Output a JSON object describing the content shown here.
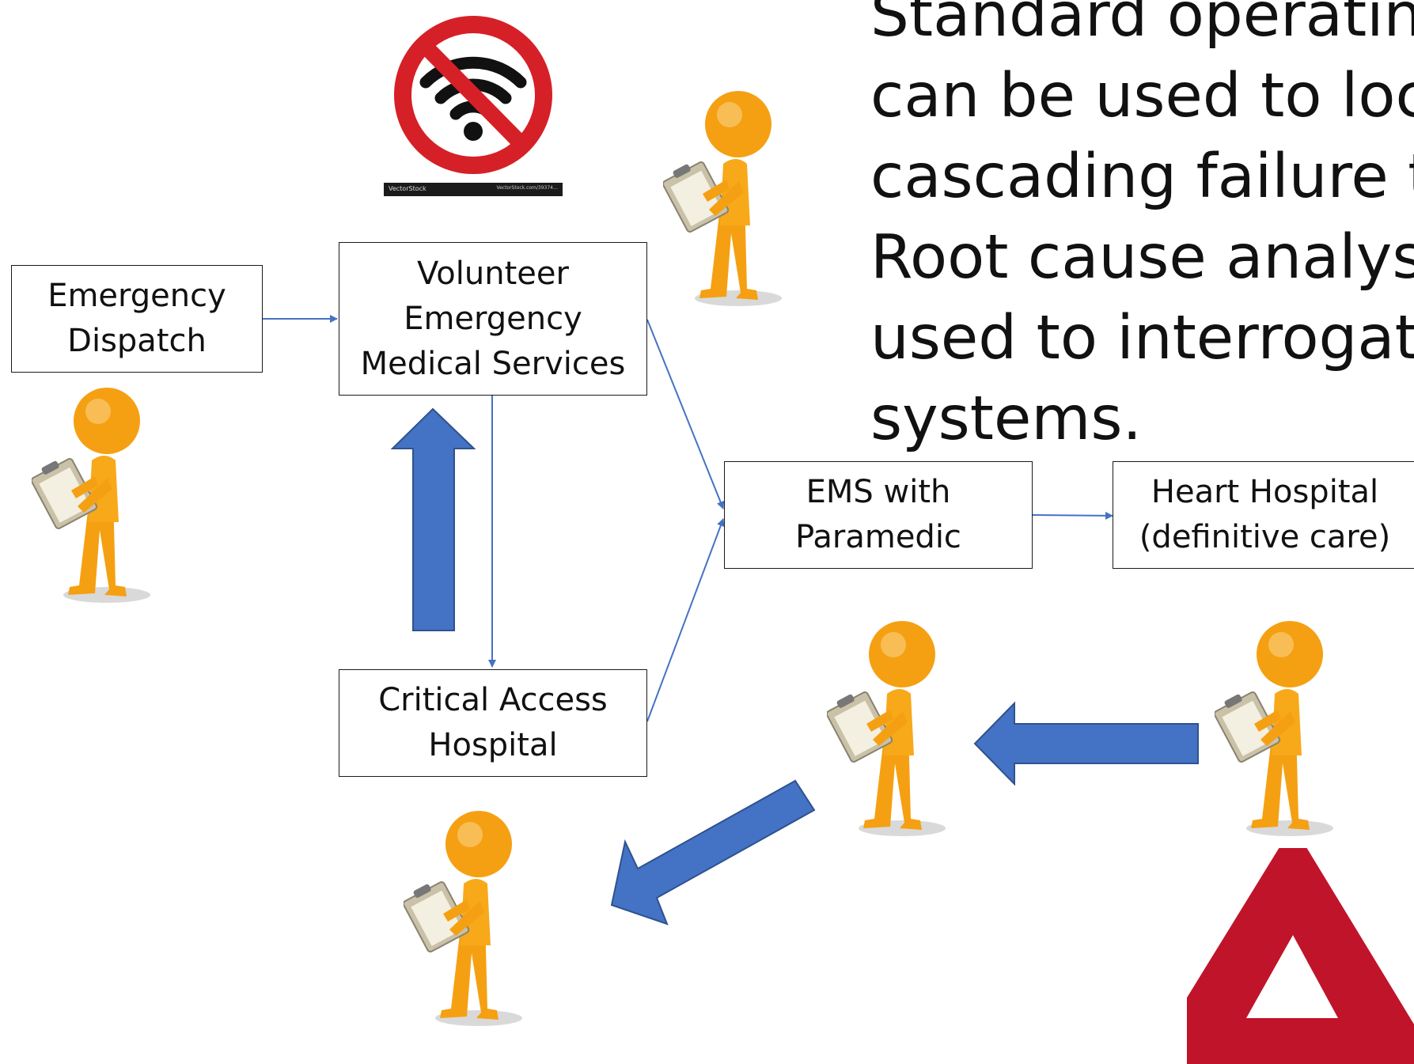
{
  "paragraph": {
    "lines": [
      "Standard operating",
      "can be used to locat",
      "cascading failure trig",
      "Root cause analysis",
      "used to interrogate",
      "systems."
    ]
  },
  "nodes": {
    "dispatch": {
      "line1": "Emergency",
      "line2": "Dispatch"
    },
    "volunteer_ems": {
      "line1": "Volunteer",
      "line2": "Emergency",
      "line3": "Medical Services"
    },
    "ems_paramedic": {
      "line1": "EMS with",
      "line2": "Paramedic"
    },
    "heart_hospital": {
      "line1": "Heart Hospital",
      "line2": "(definitive care)"
    },
    "critical_access": {
      "line1": "Critical Access",
      "line2": "Hospital"
    }
  },
  "no_wifi_sign": {
    "icon": "no-wifi-icon",
    "watermark_left": "VectorStock",
    "watermark_right": "VectorStock.com/39374…"
  },
  "warning_icon": "warning-triangle-icon",
  "figures": {
    "icon": "stick-figure-clipboard-icon"
  },
  "colors": {
    "connector": "#4472c4",
    "block_arrow": "#4472c4",
    "block_arrow_stroke": "#2f528f",
    "figure_orange": "#f5a012",
    "no_sign_red": "#d62027",
    "warning_red": "#c0142a"
  }
}
